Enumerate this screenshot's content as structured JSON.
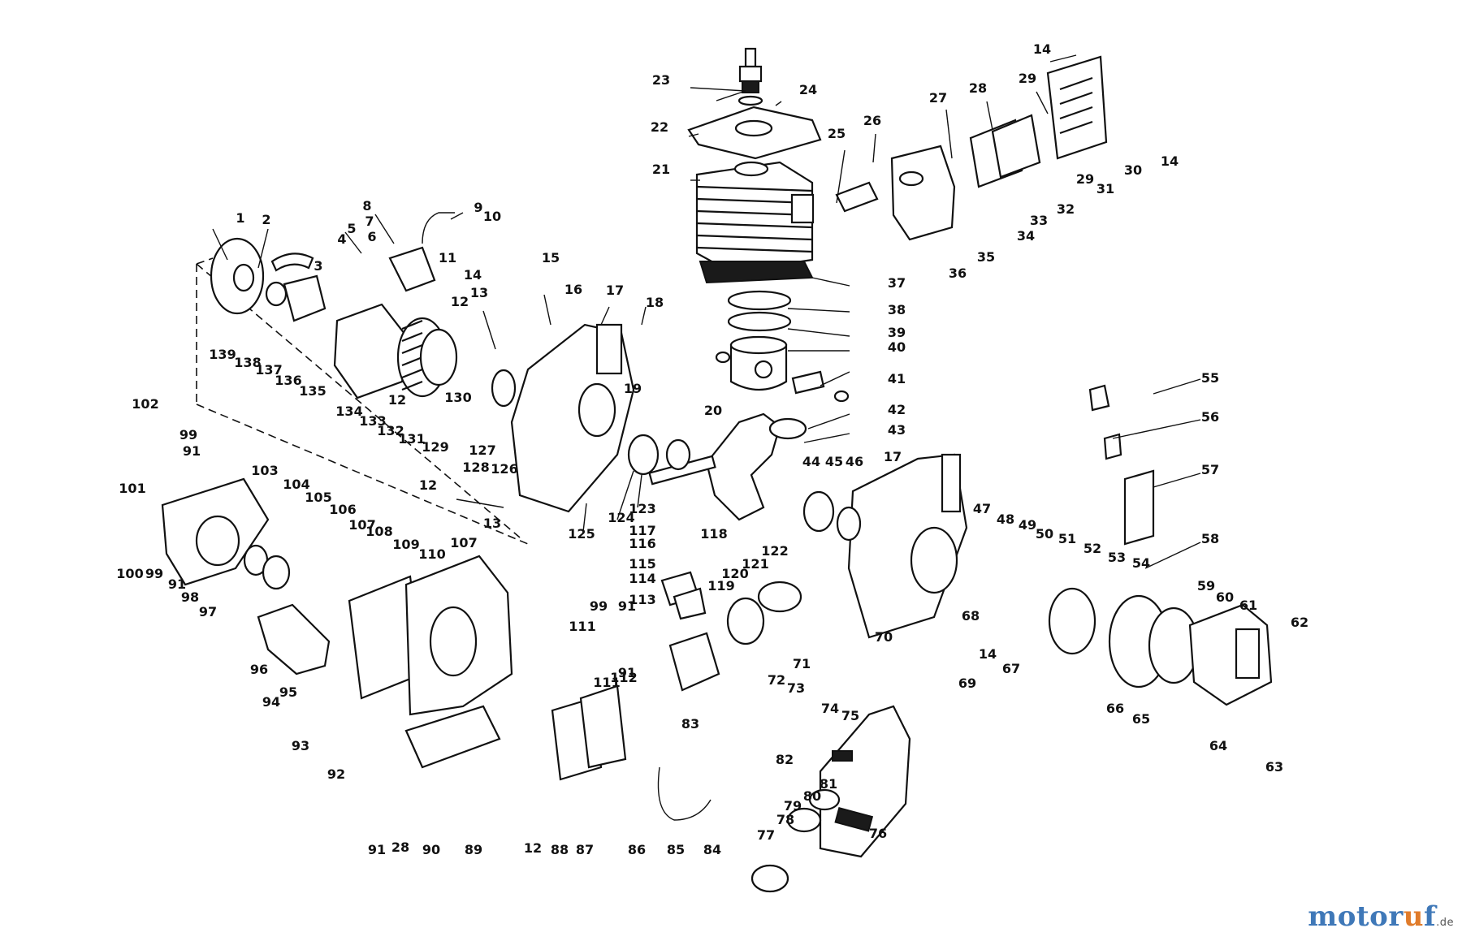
{
  "watermark": {
    "part1": "motor",
    "part2": "u",
    "part3": "f",
    "tld": ".de",
    "colors": {
      "blue": "#3f78b8",
      "orange": "#e07b2a"
    }
  },
  "labels": [
    {
      "id": "1",
      "text": "1"
    },
    {
      "id": "2",
      "text": "2"
    },
    {
      "id": "3",
      "text": "3"
    },
    {
      "id": "4",
      "text": "4"
    },
    {
      "id": "5",
      "text": "5"
    },
    {
      "id": "6",
      "text": "6"
    },
    {
      "id": "7",
      "text": "7"
    },
    {
      "id": "8",
      "text": "8"
    },
    {
      "id": "9",
      "text": "9"
    },
    {
      "id": "10",
      "text": "10"
    },
    {
      "id": "11",
      "text": "11"
    },
    {
      "id": "12a",
      "text": "12"
    },
    {
      "id": "12b",
      "text": "12"
    },
    {
      "id": "12c",
      "text": "12"
    },
    {
      "id": "12d",
      "text": "12"
    },
    {
      "id": "13a",
      "text": "13"
    },
    {
      "id": "13b",
      "text": "13"
    },
    {
      "id": "14a",
      "text": "14"
    },
    {
      "id": "14b",
      "text": "14"
    },
    {
      "id": "14c",
      "text": "14"
    },
    {
      "id": "14d",
      "text": "14"
    },
    {
      "id": "15",
      "text": "15"
    },
    {
      "id": "16",
      "text": "16"
    },
    {
      "id": "17a",
      "text": "17"
    },
    {
      "id": "17b",
      "text": "17"
    },
    {
      "id": "18",
      "text": "18"
    },
    {
      "id": "19",
      "text": "19"
    },
    {
      "id": "20",
      "text": "20"
    },
    {
      "id": "21",
      "text": "21"
    },
    {
      "id": "22",
      "text": "22"
    },
    {
      "id": "23",
      "text": "23"
    },
    {
      "id": "24",
      "text": "24"
    },
    {
      "id": "25",
      "text": "25"
    },
    {
      "id": "26",
      "text": "26"
    },
    {
      "id": "27",
      "text": "27"
    },
    {
      "id": "28a",
      "text": "28"
    },
    {
      "id": "28b",
      "text": "28"
    },
    {
      "id": "29a",
      "text": "29"
    },
    {
      "id": "29b",
      "text": "29"
    },
    {
      "id": "30",
      "text": "30"
    },
    {
      "id": "31",
      "text": "31"
    },
    {
      "id": "32",
      "text": "32"
    },
    {
      "id": "33",
      "text": "33"
    },
    {
      "id": "34",
      "text": "34"
    },
    {
      "id": "35",
      "text": "35"
    },
    {
      "id": "36",
      "text": "36"
    },
    {
      "id": "37",
      "text": "37"
    },
    {
      "id": "38",
      "text": "38"
    },
    {
      "id": "39",
      "text": "39"
    },
    {
      "id": "40",
      "text": "40"
    },
    {
      "id": "41",
      "text": "41"
    },
    {
      "id": "42",
      "text": "42"
    },
    {
      "id": "43",
      "text": "43"
    },
    {
      "id": "44",
      "text": "44"
    },
    {
      "id": "45",
      "text": "45"
    },
    {
      "id": "46",
      "text": "46"
    },
    {
      "id": "47",
      "text": "47"
    },
    {
      "id": "48",
      "text": "48"
    },
    {
      "id": "49",
      "text": "49"
    },
    {
      "id": "50",
      "text": "50"
    },
    {
      "id": "51",
      "text": "51"
    },
    {
      "id": "52",
      "text": "52"
    },
    {
      "id": "53",
      "text": "53"
    },
    {
      "id": "54",
      "text": "54"
    },
    {
      "id": "55",
      "text": "55"
    },
    {
      "id": "56",
      "text": "56"
    },
    {
      "id": "57",
      "text": "57"
    },
    {
      "id": "58",
      "text": "58"
    },
    {
      "id": "59",
      "text": "59"
    },
    {
      "id": "60",
      "text": "60"
    },
    {
      "id": "61",
      "text": "61"
    },
    {
      "id": "62",
      "text": "62"
    },
    {
      "id": "63",
      "text": "63"
    },
    {
      "id": "64",
      "text": "64"
    },
    {
      "id": "65",
      "text": "65"
    },
    {
      "id": "66",
      "text": "66"
    },
    {
      "id": "67",
      "text": "67"
    },
    {
      "id": "68",
      "text": "68"
    },
    {
      "id": "69",
      "text": "69"
    },
    {
      "id": "70",
      "text": "70"
    },
    {
      "id": "71",
      "text": "71"
    },
    {
      "id": "72",
      "text": "72"
    },
    {
      "id": "73",
      "text": "73"
    },
    {
      "id": "74",
      "text": "74"
    },
    {
      "id": "75",
      "text": "75"
    },
    {
      "id": "76",
      "text": "76"
    },
    {
      "id": "77",
      "text": "77"
    },
    {
      "id": "78",
      "text": "78"
    },
    {
      "id": "79",
      "text": "79"
    },
    {
      "id": "80",
      "text": "80"
    },
    {
      "id": "81",
      "text": "81"
    },
    {
      "id": "82",
      "text": "82"
    },
    {
      "id": "83",
      "text": "83"
    },
    {
      "id": "84",
      "text": "84"
    },
    {
      "id": "85",
      "text": "85"
    },
    {
      "id": "86",
      "text": "86"
    },
    {
      "id": "87",
      "text": "87"
    },
    {
      "id": "88",
      "text": "88"
    },
    {
      "id": "89",
      "text": "89"
    },
    {
      "id": "90",
      "text": "90"
    },
    {
      "id": "91a",
      "text": "91"
    },
    {
      "id": "91b",
      "text": "91"
    },
    {
      "id": "91c",
      "text": "91"
    },
    {
      "id": "91d",
      "text": "91"
    },
    {
      "id": "91e",
      "text": "91"
    },
    {
      "id": "92",
      "text": "92"
    },
    {
      "id": "93",
      "text": "93"
    },
    {
      "id": "94",
      "text": "94"
    },
    {
      "id": "95",
      "text": "95"
    },
    {
      "id": "96",
      "text": "96"
    },
    {
      "id": "97",
      "text": "97"
    },
    {
      "id": "98",
      "text": "98"
    },
    {
      "id": "99a",
      "text": "99"
    },
    {
      "id": "99b",
      "text": "99"
    },
    {
      "id": "99c",
      "text": "99"
    },
    {
      "id": "100",
      "text": "100"
    },
    {
      "id": "101",
      "text": "101"
    },
    {
      "id": "102",
      "text": "102"
    },
    {
      "id": "103",
      "text": "103"
    },
    {
      "id": "104",
      "text": "104"
    },
    {
      "id": "105",
      "text": "105"
    },
    {
      "id": "106",
      "text": "106"
    },
    {
      "id": "107a",
      "text": "107"
    },
    {
      "id": "107b",
      "text": "107"
    },
    {
      "id": "108",
      "text": "108"
    },
    {
      "id": "109",
      "text": "109"
    },
    {
      "id": "110",
      "text": "110"
    },
    {
      "id": "111a",
      "text": "111"
    },
    {
      "id": "111b",
      "text": "111"
    },
    {
      "id": "112",
      "text": "112"
    },
    {
      "id": "113",
      "text": "113"
    },
    {
      "id": "114",
      "text": "114"
    },
    {
      "id": "115",
      "text": "115"
    },
    {
      "id": "116",
      "text": "116"
    },
    {
      "id": "117",
      "text": "117"
    },
    {
      "id": "118",
      "text": "118"
    },
    {
      "id": "119",
      "text": "119"
    },
    {
      "id": "120",
      "text": "120"
    },
    {
      "id": "121",
      "text": "121"
    },
    {
      "id": "122",
      "text": "122"
    },
    {
      "id": "123",
      "text": "123"
    },
    {
      "id": "124",
      "text": "124"
    },
    {
      "id": "125",
      "text": "125"
    },
    {
      "id": "126",
      "text": "126"
    },
    {
      "id": "127",
      "text": "127"
    },
    {
      "id": "128",
      "text": "128"
    },
    {
      "id": "129",
      "text": "129"
    },
    {
      "id": "130",
      "text": "130"
    },
    {
      "id": "131",
      "text": "131"
    },
    {
      "id": "132",
      "text": "132"
    },
    {
      "id": "133",
      "text": "133"
    },
    {
      "id": "134",
      "text": "134"
    },
    {
      "id": "135",
      "text": "135"
    },
    {
      "id": "136",
      "text": "136"
    },
    {
      "id": "137",
      "text": "137"
    },
    {
      "id": "138",
      "text": "138"
    },
    {
      "id": "139",
      "text": "139"
    }
  ]
}
